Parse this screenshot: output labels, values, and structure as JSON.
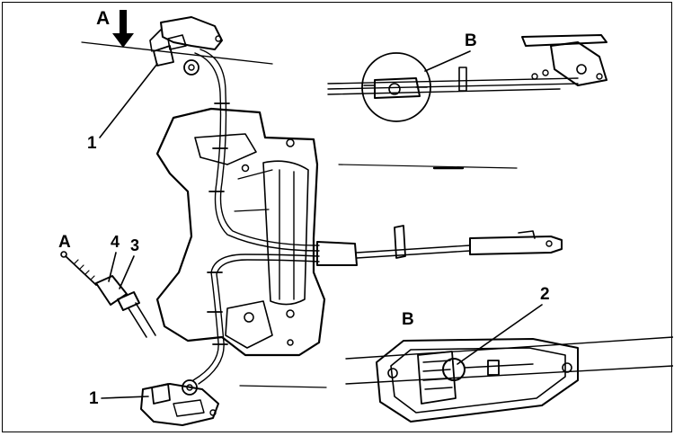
{
  "labels": {
    "view_a_top": "A",
    "view_a_detail": "A",
    "view_b_top": "B",
    "view_b_bottom": "B",
    "part_1_top": "1",
    "part_1_bottom": "1",
    "part_2": "2",
    "part_3": "3",
    "part_4": "4"
  }
}
